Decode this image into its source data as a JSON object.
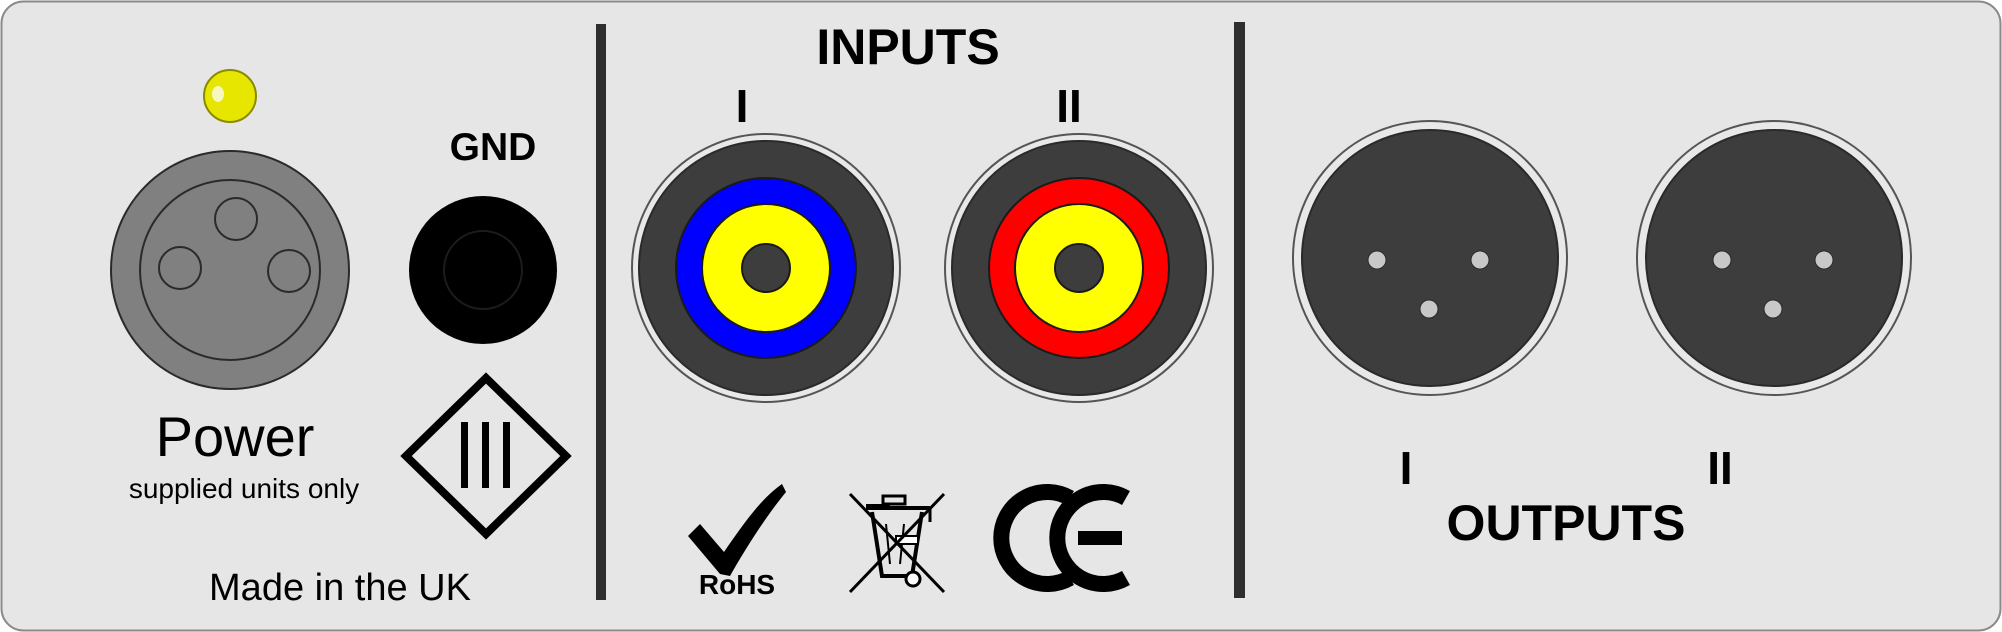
{
  "panel": {
    "inputs_title": "INPUTS",
    "outputs_title": "OUTPUTS",
    "input_1": "I",
    "input_2": "II",
    "output_1": "I",
    "output_2": "II",
    "ground_label": "GND",
    "power_label": "Power",
    "power_note": "supplied units only",
    "made_in": "Made in the UK"
  },
  "marks": {
    "rohs": "RoHS"
  },
  "colors": {
    "panel": "#e6e6e6",
    "connector_dark": "#3d3d3d",
    "power_connector": "#808080",
    "led": "#e6e600",
    "input_1_ring": "#0000ff",
    "input_2_ring": "#ff0000",
    "rca_center": "#ffff00"
  }
}
